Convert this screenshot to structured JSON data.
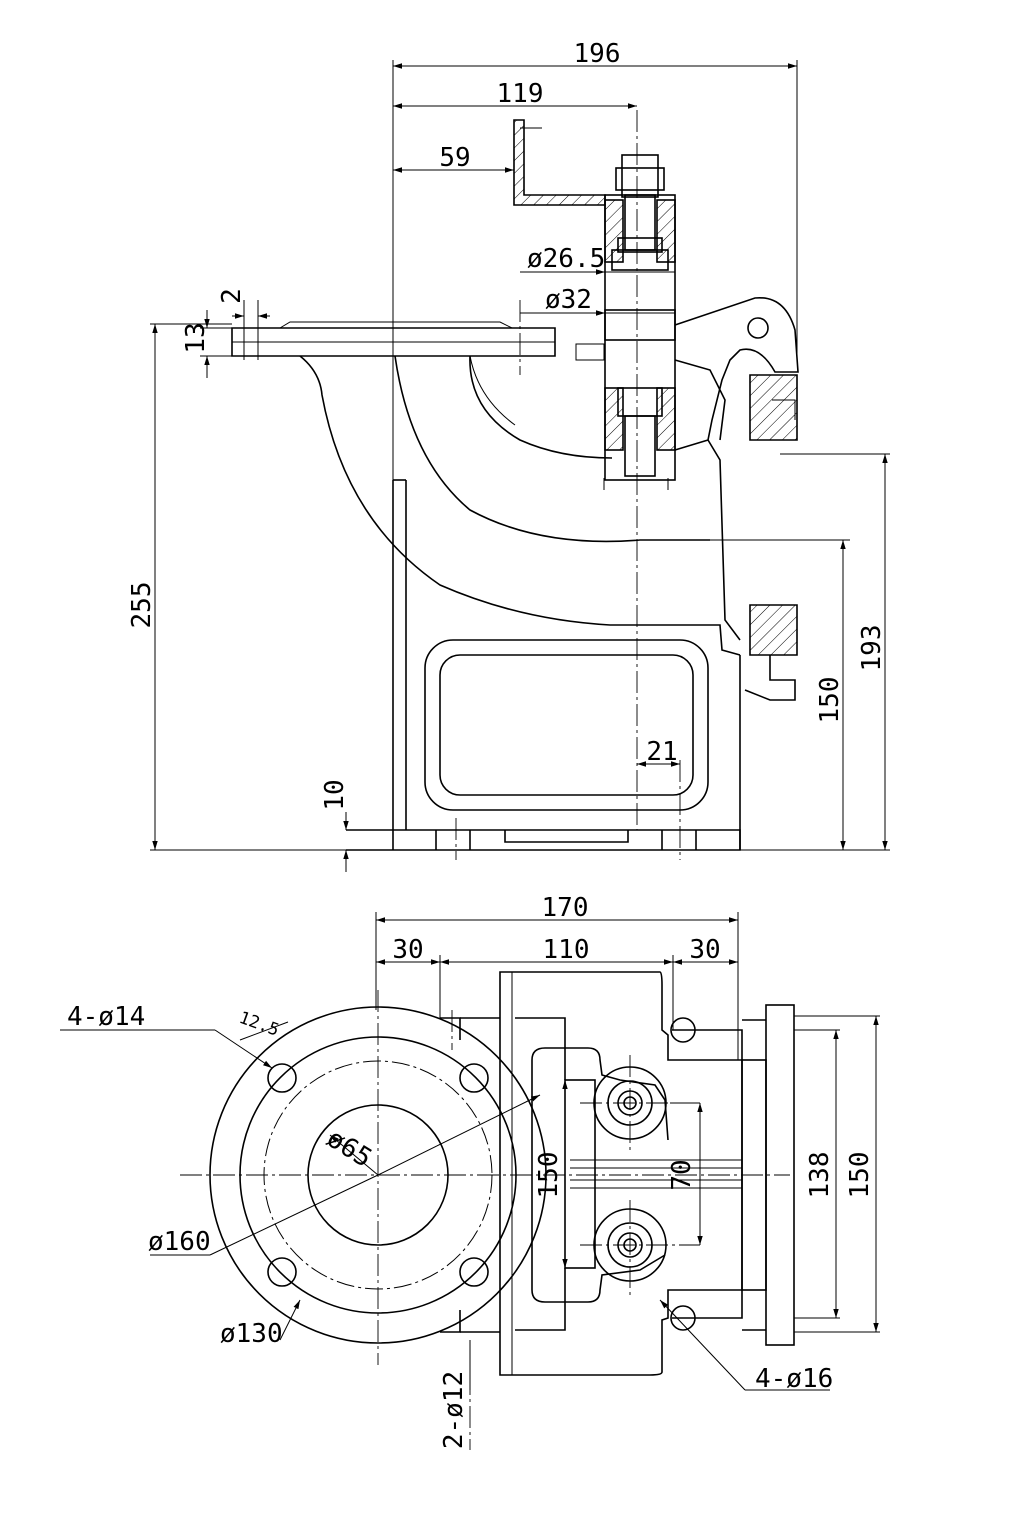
{
  "front_view": {
    "dimensions": {
      "overall_width": "196",
      "to_roller_axis": "119",
      "bracket_offset": "59",
      "roller_inner_dia": "ø26.5",
      "roller_outer_dia": "ø32",
      "flange_gap": "2",
      "flange_thickness": "13",
      "overall_height": "255",
      "base_thickness": "10",
      "axis_offset": "21",
      "height_150": "150",
      "height_193": "193"
    }
  },
  "plan_view": {
    "dimensions": {
      "overall_width": "170",
      "left_margin": "30",
      "center_span": "110",
      "right_margin": "30",
      "bolt_holes": "4-ø14",
      "hole_edge": "12.5",
      "bore_dia": "ø65",
      "outer_dia": "ø160",
      "bolt_circle_dia": "ø130",
      "frame_height": "150",
      "roller_spacing": "70",
      "base_holes_span": "138",
      "base_overall": "150",
      "base_holes": "4-ø16",
      "pin_holes": "2-ø12"
    }
  }
}
